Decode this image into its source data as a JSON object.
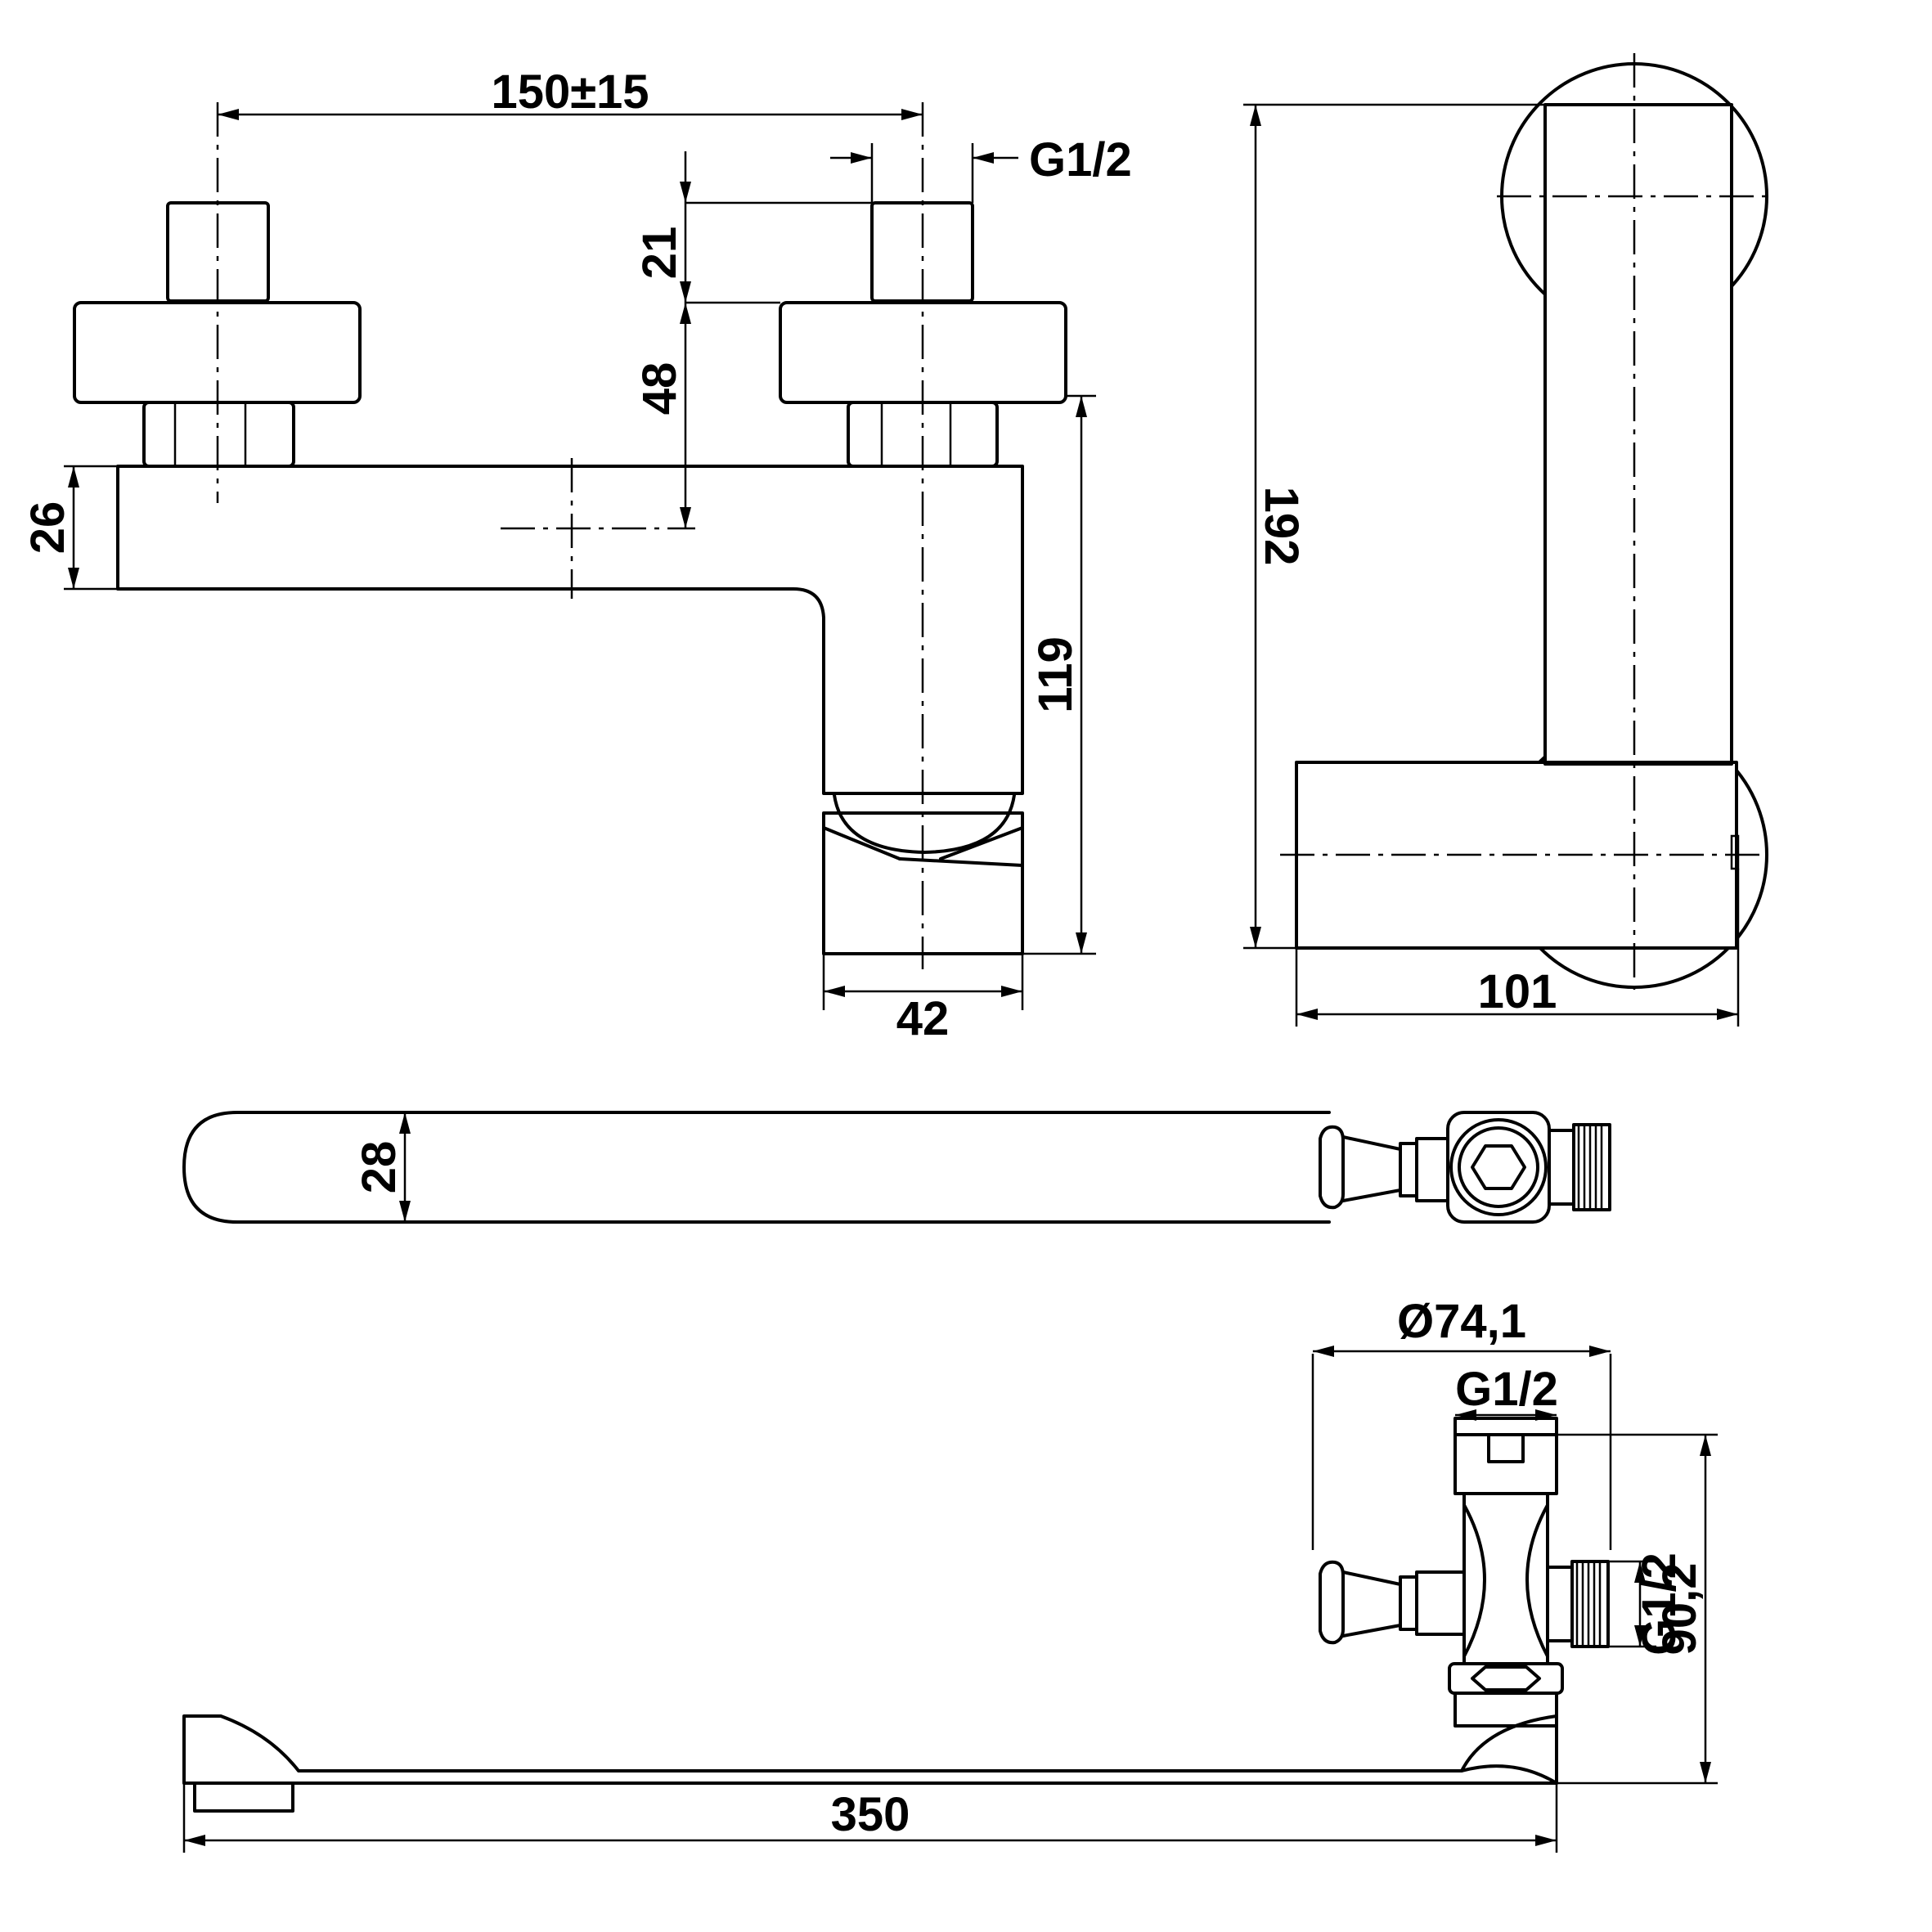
{
  "drawing": {
    "front_view": {
      "dim_width": "150±15",
      "dim_thread": "G1/2",
      "dim_21": "21",
      "dim_48": "48",
      "dim_26": "26",
      "dim_119": "119",
      "dim_42": "42"
    },
    "side_view": {
      "dim_192": "192",
      "dim_101": "101"
    },
    "top_view": {
      "dim_28": "28"
    },
    "bottom_view": {
      "dim_diameter": "Ø74,1",
      "dim_thread_top": "G1/2",
      "dim_thread_side": "G1/2",
      "dim_height": "90,2",
      "dim_length": "350"
    }
  }
}
